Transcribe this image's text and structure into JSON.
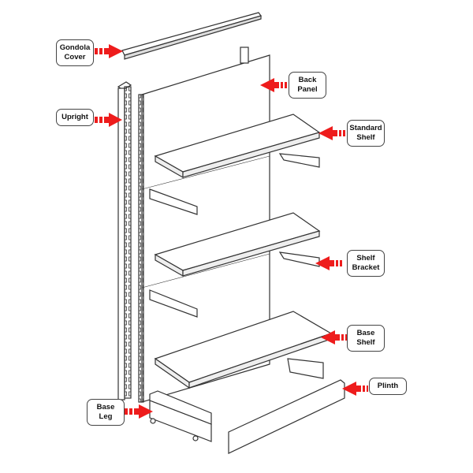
{
  "title": "Gondola shelving components",
  "colors": {
    "arrow": "#ee1c1c",
    "line": "#333333"
  },
  "labels": {
    "gondola_cover": [
      "Gondola",
      "Cover"
    ],
    "upright": [
      "Upright"
    ],
    "back_panel": [
      "Back",
      "Panel"
    ],
    "standard_shelf": [
      "Standard",
      "Shelf"
    ],
    "shelf_bracket": [
      "Shelf",
      "Bracket"
    ],
    "base_shelf": [
      "Base",
      "Shelf"
    ],
    "plinth": [
      "Plinth"
    ],
    "base_leg": [
      "Base",
      "Leg"
    ]
  }
}
